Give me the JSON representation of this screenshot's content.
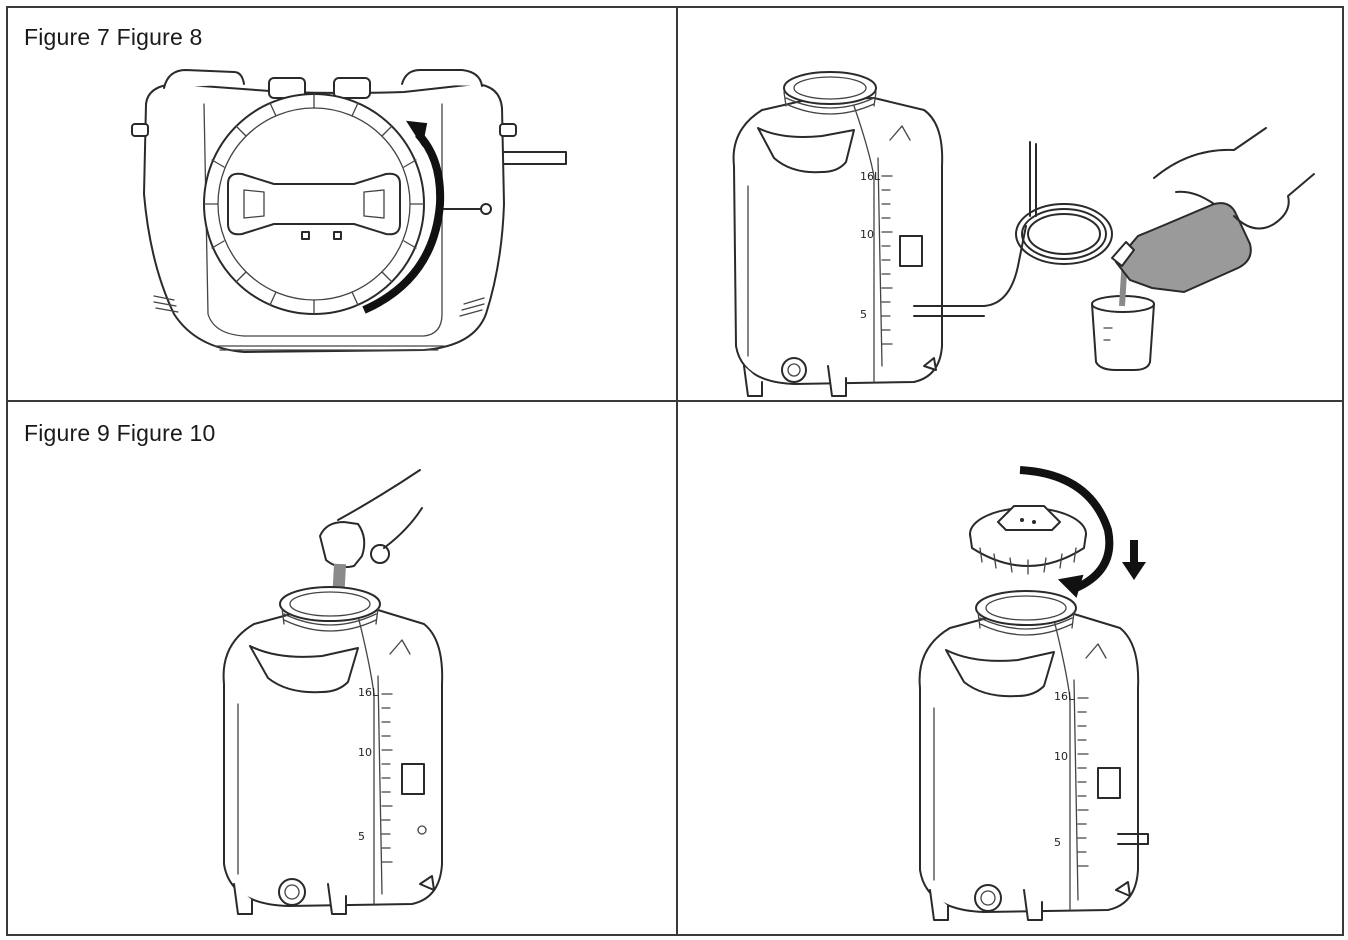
{
  "captions": {
    "top": "Figure 7 Figure 8",
    "bottom": "Figure 9 Figure 10"
  },
  "tank_scale_labels": {
    "top": "16L",
    "middle": "10",
    "bottom": "5"
  },
  "colors": {
    "border": "#3a3a3a",
    "line_art": "#2a2a2a",
    "liquid": "#8a8a8a",
    "background": "#ffffff"
  }
}
